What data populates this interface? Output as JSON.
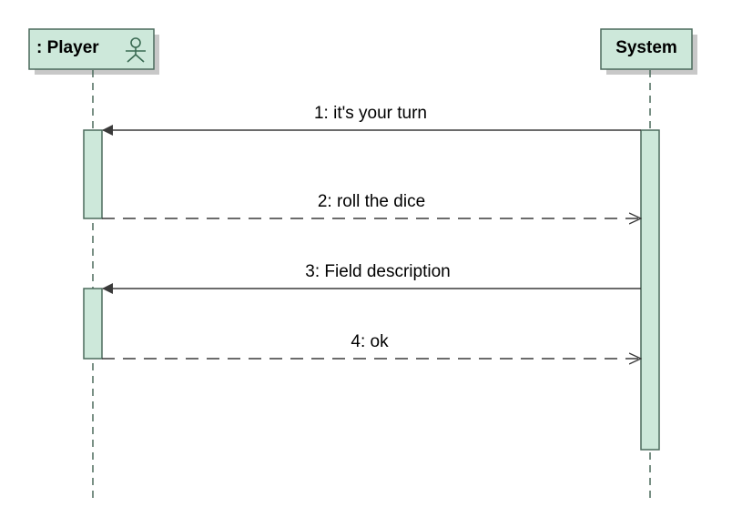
{
  "diagram": {
    "type": "sequence",
    "colors": {
      "fill": "#cde8da",
      "stroke": "#4b6a5c",
      "line": "#3a3a3a",
      "shadow": "#c8c8c8"
    },
    "lifelines": {
      "player": {
        "title": ": Player",
        "icon": "actor-icon"
      },
      "system": {
        "title": "System"
      }
    },
    "messages": [
      {
        "label": "1: it's your turn",
        "from": "system",
        "to": "player",
        "kind": "sync"
      },
      {
        "label": "2: roll the dice",
        "from": "player",
        "to": "system",
        "kind": "return"
      },
      {
        "label": "3: Field description",
        "from": "system",
        "to": "player",
        "kind": "sync"
      },
      {
        "label": "4: ok",
        "from": "player",
        "to": "system",
        "kind": "return"
      }
    ]
  }
}
